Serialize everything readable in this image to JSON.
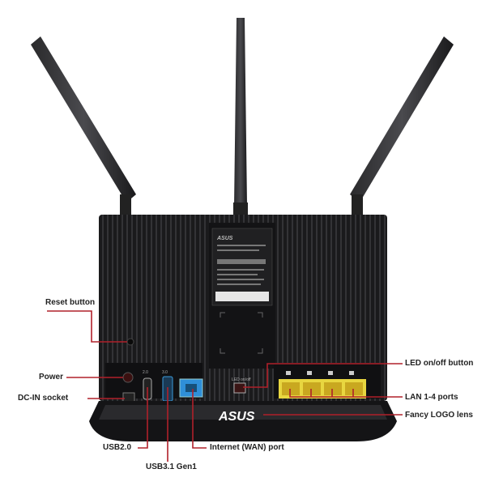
{
  "product": {
    "brand_logo": "ASUS",
    "led_switch_text": "LED on/off",
    "usb2_port_text": "2.0",
    "usb3_port_text": "3.0"
  },
  "callouts": {
    "reset": "Reset button",
    "power": "Power",
    "dcin": "DC-IN socket",
    "usb2": "USB2.0",
    "usb3": "USB3.1 Gen1",
    "wan": "Internet (WAN) port",
    "led": "LED on/off button",
    "lan": "LAN 1-4 ports",
    "logo": "Fancy LOGO lens"
  },
  "colors": {
    "callout_line": "#b0202a",
    "body": "#1c1c1e",
    "lan_port": "#e8d640",
    "wan_port": "#2f8fd8",
    "usb3_port": "#3a9ad9"
  }
}
